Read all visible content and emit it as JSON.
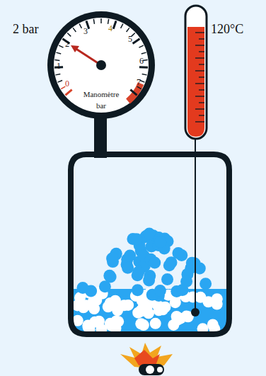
{
  "diagram": {
    "nodes": [
      {
        "text": [
          "Manomètre bar"
        ]
      }
    ],
    "labels": [
      "2 bar",
      "0",
      "1",
      "2",
      "3",
      "4",
      "5",
      "6",
      "7",
      "120°C"
    ]
  }
}
